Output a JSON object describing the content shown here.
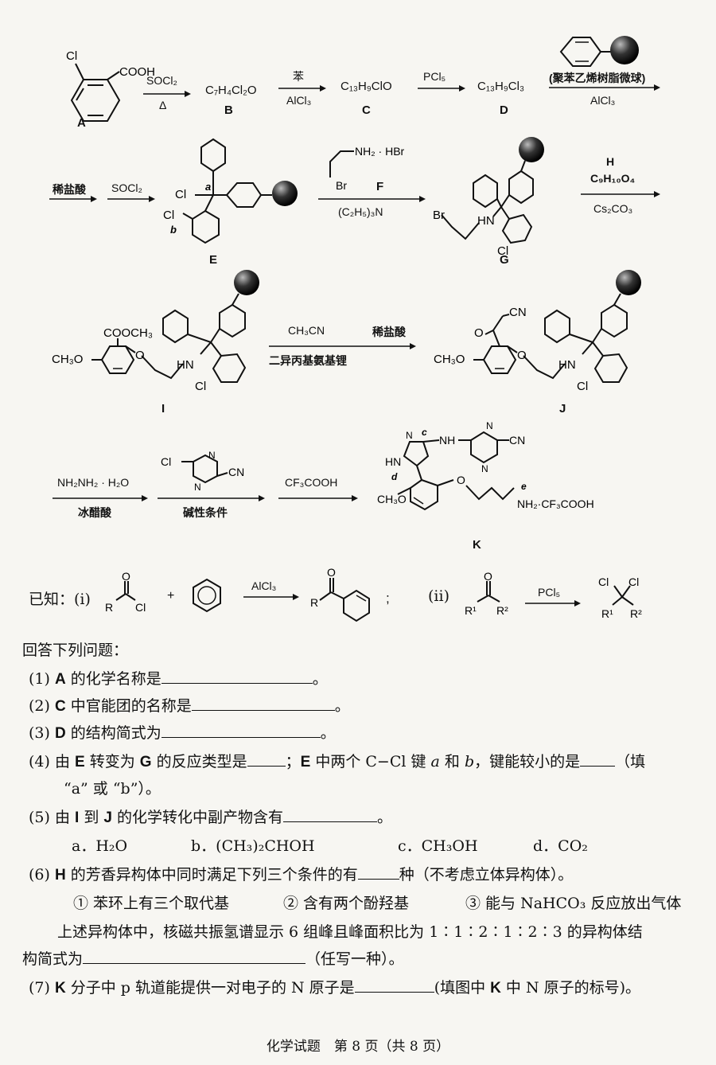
{
  "scheme": {
    "A": {
      "label": "A",
      "cl": "Cl",
      "cooh": "COOH"
    },
    "r1": {
      "above": "SOCl₂",
      "below": "Δ"
    },
    "B": {
      "formula": "C₇H₄Cl₂O",
      "label": "B"
    },
    "r2": {
      "above": "苯",
      "below": "AlCl₃"
    },
    "C": {
      "formula": "C₁₃H₉ClO",
      "label": "C"
    },
    "r3": {
      "above": "PCl₅"
    },
    "D": {
      "formula": "C₁₃H₉Cl₃",
      "label": "D"
    },
    "r4": {
      "above": "(聚苯乙烯树脂微球)",
      "below": "AlCl₃"
    },
    "r5": {
      "above1": "稀盐酸",
      "above2": "SOCl₂"
    },
    "E": {
      "label": "E",
      "cl": "Cl",
      "a": "a",
      "b": "b"
    },
    "r6": {
      "nh2": "NH₂ · HBr",
      "br": "Br",
      "F": "F",
      "below": "(C₂H₅)₃N"
    },
    "G": {
      "label": "G",
      "br": "Br",
      "hn": "HN",
      "cl": "Cl"
    },
    "r7": {
      "H": "H",
      "above": "C₉H₁₀O₄",
      "below": "Cs₂CO₃"
    },
    "I": {
      "label": "I",
      "cooch3": "COOCH₃",
      "och3": "CH₃O",
      "o": "O",
      "hn": "HN",
      "cl": "Cl"
    },
    "r8": {
      "above": "CH₃CN",
      "below": "二异丙基氨基锂",
      "above2": "稀盐酸"
    },
    "J": {
      "label": "J",
      "cn": "CN",
      "o1": "O",
      "och3": "CH₃O",
      "o": "O",
      "hn": "HN",
      "cl": "Cl"
    },
    "r9": {
      "above": "NH₂NH₂ · H₂O",
      "below": "冰醋酸"
    },
    "r10": {
      "cl": "Cl",
      "cn": "CN",
      "n": "N",
      "below": "碱性条件"
    },
    "r11": {
      "above": "CF₃COOH"
    },
    "K": {
      "label": "K",
      "c": "c",
      "d": "d",
      "e": "e",
      "nh": "NH",
      "hn": "HN",
      "n": "N",
      "cn": "CN",
      "och3": "CH₃O",
      "o": "O",
      "nh2": "NH₂·CF₃COOH"
    }
  },
  "known": {
    "prefix": "已知：(i)",
    "alcl3": "AlCl₃",
    "ii": "(ii)",
    "pcl5": "PCl₅",
    "o": "O",
    "r": "R",
    "cl": "Cl",
    "plus": "+",
    "semi": ";",
    "r1": "R¹",
    "r2": "R²"
  },
  "questions": {
    "intro": "回答下列问题：",
    "q1a": "(1) ",
    "q1b": "A",
    "q1c": " 的化学名称是",
    "q1d": "。",
    "q2a": "(2) ",
    "q2b": "C",
    "q2c": " 中官能团的名称是",
    "q2d": "。",
    "q3a": "(3) ",
    "q3b": "D",
    "q3c": " 的结构简式为",
    "q3d": "。",
    "q4a": "(4) 由 ",
    "q4b": "E",
    "q4c": " 转变为 ",
    "q4d": "G",
    "q4e": " 的反应类型是",
    "q4f": "；",
    "q4g": "E",
    "q4h": " 中两个 C−Cl 键 ",
    "q4i": "a",
    "q4j": " 和 ",
    "q4k": "b",
    "q4l": "，键能较小的是",
    "q4m": "（填",
    "q4n": "“a” 或 “b”）。",
    "q5a": "(5) 由 ",
    "q5b": "I",
    "q5c": " 到 ",
    "q5d": "J",
    "q5e": " 的化学转化中副产物含有",
    "q5f": "。",
    "q5opts": [
      "a．H₂O",
      "b．(CH₃)₂CHOH",
      "c．CH₃OH",
      "d．CO₂"
    ],
    "q6a": "(6) ",
    "q6b": "H",
    "q6c": " 的芳香异构体中同时满足下列三个条件的有",
    "q6d": "种（不考虑立体异构体）。",
    "q6cond": [
      "① 苯环上有三个取代基",
      "② 含有两个酚羟基",
      "③ 能与 NaHCO₃ 反应放出气体"
    ],
    "q6e": "上述异构体中，核磁共振氢谱显示 6 组峰且峰面积比为 1∶1∶2∶1∶2∶3 的异构体结",
    "q6f": "构简式为",
    "q6g": "（任写一种）。",
    "q7a": "(7) ",
    "q7b": "K",
    "q7c": " 分子中 p 轨道能提供一对电子的 N 原子是",
    "q7d": "(填图中 ",
    "q7e": "K",
    "q7f": " 中 N 原子的标号)。"
  },
  "footer": "化学试题　第 8 页（共 8 页）"
}
